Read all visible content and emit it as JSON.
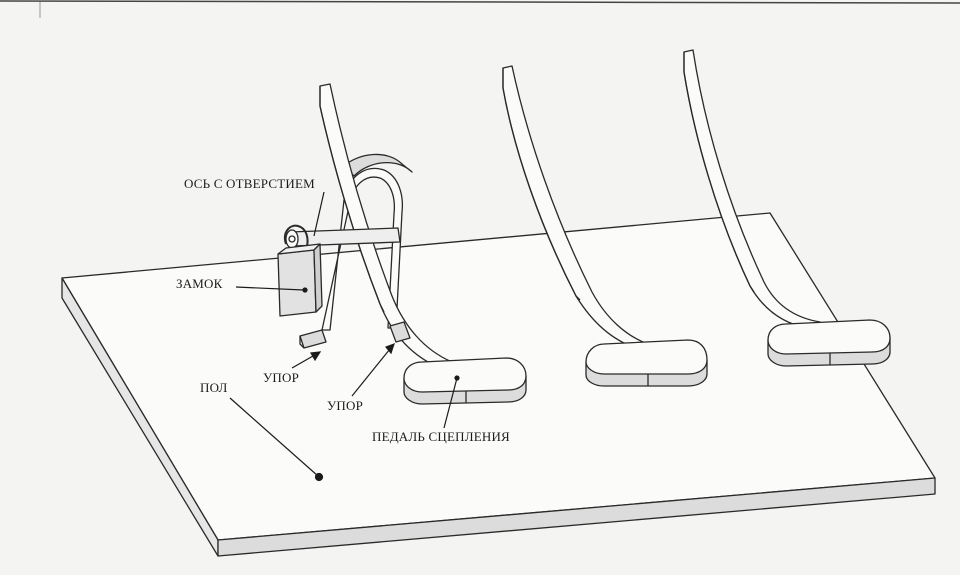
{
  "labels": {
    "axis": "ОСЬ С ОТВЕРСТИЕМ",
    "lock": "ЗАМОК",
    "stop_left": "УПОР",
    "stop_right": "УПОР",
    "floor": "ПОЛ",
    "clutch_pedal": "ПЕДАЛЬ СЦЕПЛЕНИЯ"
  },
  "colors": {
    "paper": "#f4f4f2",
    "line": "#2a2a2a",
    "surface": "#fbfbfa",
    "shade": "#dcdcdc"
  }
}
